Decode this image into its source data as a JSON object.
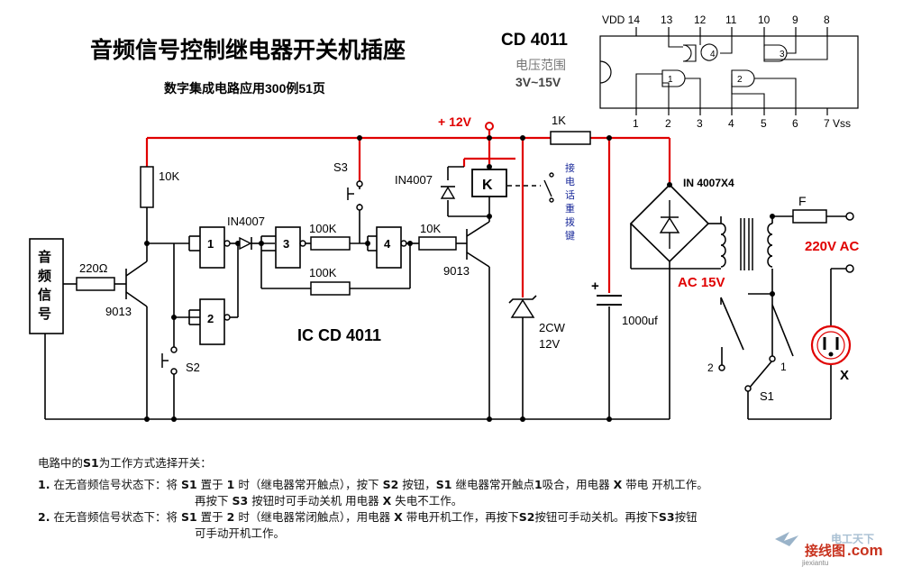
{
  "title": "音频信号控制继电器开关机插座",
  "subtitle": "数字集成电路应用300例51页",
  "chip": {
    "name": "CD 4011",
    "range_label": "电压范围",
    "range_value": "3V~15V",
    "pins_top": [
      "VDD 14",
      "13",
      "12",
      "11",
      "10",
      "9",
      "8"
    ],
    "pins_bottom": [
      "1",
      "2",
      "3",
      "4",
      "5",
      "6",
      "7 Vss"
    ],
    "gates": [
      "1",
      "2",
      "3",
      "4"
    ]
  },
  "schematic": {
    "supply": "+ 12V",
    "r_supply": "1K",
    "r_input": "220Ω",
    "r_bias": "10K",
    "r_base": "10K",
    "r_fb1": "100K",
    "r_fb2": "100K",
    "transistor1": "9013",
    "transistor2": "9013",
    "diode_gate": "IN4007",
    "diode_relay": "IN4007",
    "relay": "K",
    "phone_note": "接电话重拨键",
    "switch_s2": "S2",
    "switch_s3": "S3",
    "ic_label": "IC CD 4011",
    "zener": "2CW",
    "zener_v": "12V",
    "cap": "1000uf",
    "cap_plus": "+",
    "bridge": "IN 4007X4",
    "ac_low": "AC 15V",
    "ac_high": "220V AC",
    "fuse": "F",
    "load": "X",
    "s1": "S1",
    "s1_pos1": "1",
    "s1_pos2": "2",
    "audio_box": [
      "音",
      "频",
      "信",
      "号"
    ]
  },
  "notes": {
    "intro_pre": "电路中的",
    "intro_b": "S1",
    "intro_post": "为工作方式选择开关：",
    "n1_label": "1.",
    "n1_a": "在无音频信号状态下：将",
    "n1_b": "S1",
    "n1_c": "置于",
    "n1_d": "1",
    "n1_e": "时（继电器常开触点），按下",
    "n1_f": "S2",
    "n1_g": "按钮，",
    "n1_h": "S1",
    "n1_i": "继电器常开触点",
    "n1_j": "1",
    "n1_k": "吸合，用电器",
    "n1_l": "X",
    "n1_m": "带电 开机工作。",
    "n1b_a": "再按下",
    "n1b_b": "S3",
    "n1b_c": "按钮时可手动关机 用电器",
    "n1b_d": "X",
    "n1b_e": "失电不工作。",
    "n2_label": "2.",
    "n2_a": "在无音频信号状态下：将",
    "n2_b": "S1",
    "n2_c": "置于",
    "n2_d": "2",
    "n2_e": "时（继电器常闭触点），用电器",
    "n2_f": "X",
    "n2_g": "带电开机工作，再按下",
    "n2_h": "S2",
    "n2_i": "按钮可手动关机。再按下",
    "n2_j": "S3",
    "n2_k": "按钮",
    "n2b": "可手动开机工作。"
  },
  "watermark": {
    "brand": "电工天下",
    "site": "接线图",
    "dotcom": ".com",
    "url": "jiexiantu"
  }
}
